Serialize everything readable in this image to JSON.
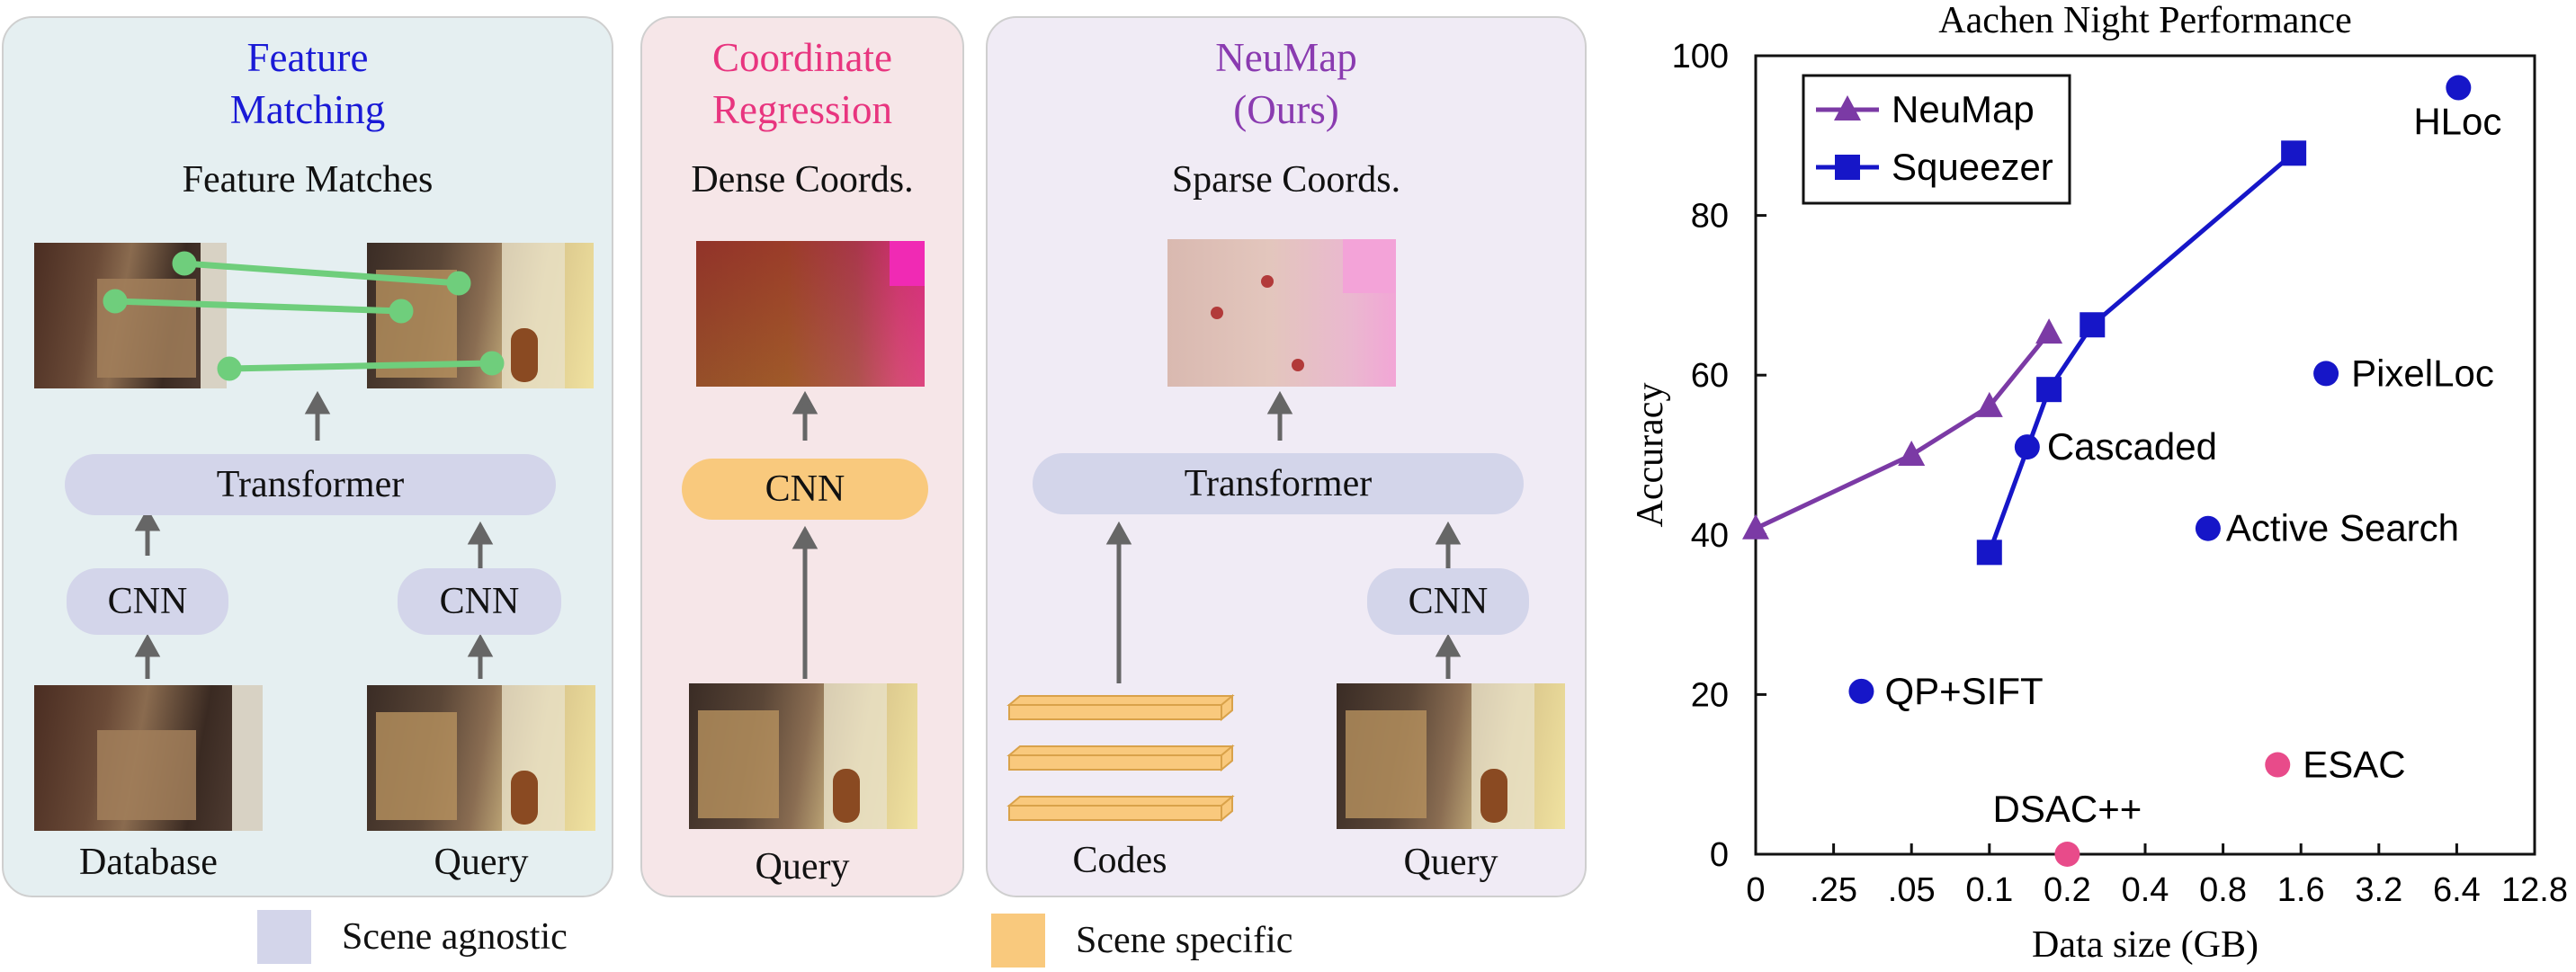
{
  "panels": {
    "feature_matching": {
      "title_line1": "Feature",
      "title_line2": "Matching",
      "subtitle": "Feature Matches",
      "transformer": "Transformer",
      "cnn_left": "CNN",
      "cnn_right": "CNN",
      "label_left": "Database",
      "label_right": "Query",
      "title_color": "#1a1ad6"
    },
    "coordinate_regression": {
      "title_line1": "Coordinate",
      "title_line2": "Regression",
      "subtitle": "Dense Coords.",
      "cnn": "CNN",
      "label": "Query",
      "title_color": "#e8357f"
    },
    "neumap": {
      "title_line1": "NeuMap",
      "title_line2": "(Ours)",
      "subtitle": "Sparse Coords.",
      "transformer": "Transformer",
      "cnn": "CNN",
      "label_left": "Codes",
      "label_right": "Query",
      "title_color": "#8a3bb0"
    }
  },
  "legend": {
    "agnostic": "Scene agnostic",
    "specific": "Scene specific",
    "agnostic_color": "#d3d5ea",
    "specific_color": "#f9c97d"
  },
  "chart_data": {
    "type": "scatter",
    "title": "Aachen Night Performance",
    "xlabel": "Data size (GB)",
    "ylabel": "Accuracy",
    "ylim": [
      0,
      100
    ],
    "x_scale": "log2",
    "x_ticks": [
      "0",
      ".25",
      ".05",
      "0.1",
      "0.2",
      "0.4",
      "0.8",
      "1.6",
      "3.2",
      "6.4",
      "12.8"
    ],
    "y_ticks": [
      "0",
      "20",
      "40",
      "60",
      "80",
      "100"
    ],
    "legend_position": "top-left",
    "series": [
      {
        "name": "NeuMap",
        "marker": "triangle",
        "color": "#7b3aa5",
        "points": [
          [
            0.0,
            40.8
          ],
          [
            0.05,
            50.0
          ],
          [
            0.1,
            56.1
          ],
          [
            0.17,
            65.3
          ]
        ]
      },
      {
        "name": "Squeezer",
        "marker": "square",
        "color": "#1616c8",
        "points": [
          [
            0.1,
            37.8
          ],
          [
            0.17,
            58.2
          ],
          [
            0.25,
            66.3
          ],
          [
            1.5,
            87.8
          ]
        ]
      }
    ],
    "methods": [
      {
        "label": "HLoc",
        "x": 6.5,
        "y": 96.0,
        "color": "#1616c8"
      },
      {
        "label": "PixelLoc",
        "x": 2.0,
        "y": 60.2,
        "color": "#1616c8"
      },
      {
        "label": "Cascaded",
        "x": 0.14,
        "y": 51.0,
        "color": "#1616c8"
      },
      {
        "label": "Active Search",
        "x": 0.7,
        "y": 40.8,
        "color": "#1616c8"
      },
      {
        "label": "QP+SIFT",
        "x": 0.032,
        "y": 20.4,
        "color": "#1616c8"
      },
      {
        "label": "ESAC",
        "x": 1.3,
        "y": 11.2,
        "color": "#e84b8a"
      },
      {
        "label": "DSAC++",
        "x": 0.2,
        "y": 0.0,
        "color": "#e84b8a"
      }
    ]
  }
}
